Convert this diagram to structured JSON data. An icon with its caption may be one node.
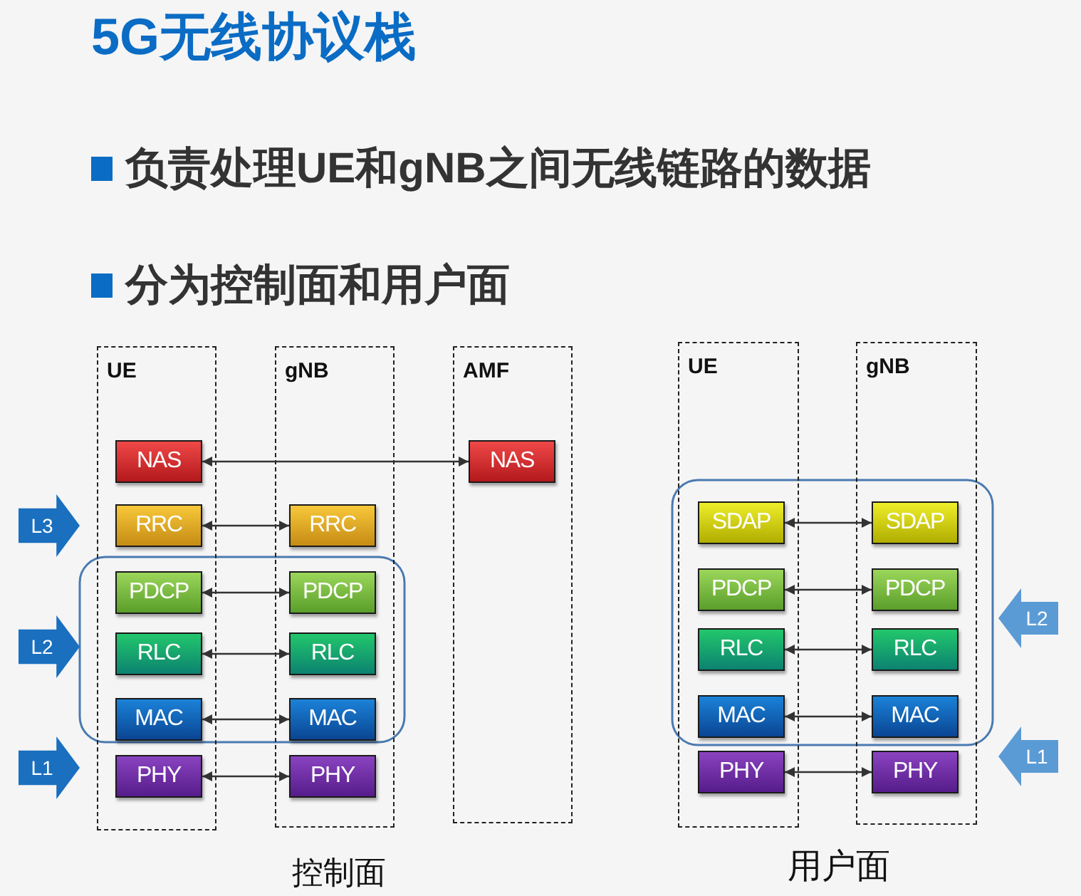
{
  "diagram": {
    "title": "5G无线协议栈",
    "nodes": [
      {
        "text": [
          "UE"
        ]
      },
      {
        "text": [
          "NAS"
        ],
        "in": 0
      },
      {
        "text": [
          "RRC"
        ],
        "in": 0
      },
      {
        "text": [
          "PDCP"
        ],
        "in": 0
      },
      {
        "text": [
          "RLC"
        ],
        "in": 0
      },
      {
        "text": [
          "MAC"
        ],
        "in": 0
      },
      {
        "text": [
          "PHY"
        ],
        "in": 0
      },
      {
        "text": [
          "gNB"
        ]
      },
      {
        "text": [
          "RRC"
        ],
        "in": 7
      },
      {
        "text": [
          "PDCP"
        ],
        "in": 7
      },
      {
        "text": [
          "RLC"
        ],
        "in": 7
      },
      {
        "text": [
          "MAC"
        ],
        "in": 7
      },
      {
        "text": [
          "PHY"
        ],
        "in": 7
      },
      {
        "text": [
          "AMF"
        ]
      },
      {
        "text": [
          "NAS"
        ],
        "in": 13
      },
      {
        "text": [
          "UE"
        ]
      },
      {
        "text": [
          "SDAP"
        ],
        "in": 15
      },
      {
        "text": [
          "PDCP"
        ],
        "in": 15
      },
      {
        "text": [
          "RLC"
        ],
        "in": 15
      },
      {
        "text": [
          "MAC"
        ],
        "in": 15
      },
      {
        "text": [
          "PHY"
        ],
        "in": 15
      },
      {
        "text": [
          "gNB"
        ]
      },
      {
        "text": [
          "SDAP"
        ],
        "in": 21
      },
      {
        "text": [
          "PDCP"
        ],
        "in": 21
      },
      {
        "text": [
          "RLC"
        ],
        "in": 21
      },
      {
        "text": [
          "MAC"
        ],
        "in": 21
      },
      {
        "text": [
          "PHY"
        ],
        "in": 21
      },
      {
        "text": [
          "L3"
        ]
      },
      {
        "text": [
          "L2"
        ]
      },
      {
        "text": [
          "L1"
        ]
      },
      {
        "text": [
          "L2"
        ]
      },
      {
        "text": [
          "L1"
        ]
      }
    ],
    "edges": [
      {
        "from": 1,
        "to": 14,
        "arrow": "both"
      },
      {
        "from": 2,
        "to": 8,
        "arrow": "both"
      },
      {
        "from": 3,
        "to": 9,
        "arrow": "both"
      },
      {
        "from": 4,
        "to": 10,
        "arrow": "both"
      },
      {
        "from": 5,
        "to": 11,
        "arrow": "both"
      },
      {
        "from": 6,
        "to": 12,
        "arrow": "both"
      },
      {
        "from": 16,
        "to": 22,
        "arrow": "both"
      },
      {
        "from": 17,
        "to": 23,
        "arrow": "both"
      },
      {
        "from": 18,
        "to": 24,
        "arrow": "both"
      },
      {
        "from": 19,
        "to": 25,
        "arrow": "both"
      },
      {
        "from": 20,
        "to": 26,
        "arrow": "both"
      }
    ],
    "labels": [
      "负责处理UE和gNB之间无线链路的数据",
      "分为控制面和用户面",
      "控制面",
      "用户面"
    ]
  }
}
